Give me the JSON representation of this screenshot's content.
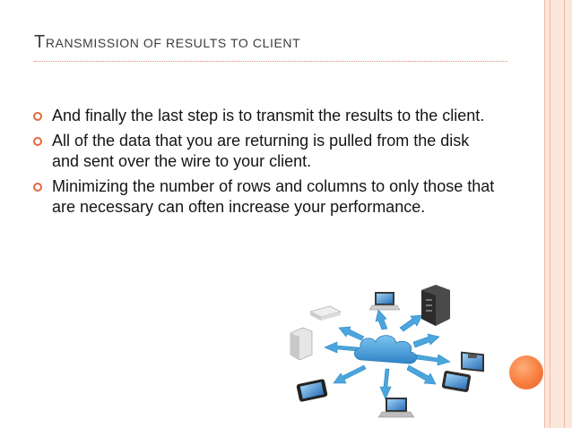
{
  "slide": {
    "title_first": "T",
    "title_rest": "ransmission of results to client",
    "bullets": [
      "And finally the last step is to transmit the results to the client.",
      "All of the data that you are returning is pulled from the disk and sent over the wire to your client.",
      "Minimizing the number of rows and columns to only those that are necessary can often increase your performance."
    ]
  },
  "colors": {
    "accent": "#e0693f",
    "side_band": "#fbe7dc",
    "cloud": "#3f9ad6",
    "arrows": "#4aa6dd"
  },
  "icons": [
    "cloud-icon",
    "laptop-icon",
    "server-rack-icon",
    "router-icon",
    "hard-drive-icon",
    "monitor-icon",
    "smartphone-icon",
    "tablet-icon"
  ]
}
